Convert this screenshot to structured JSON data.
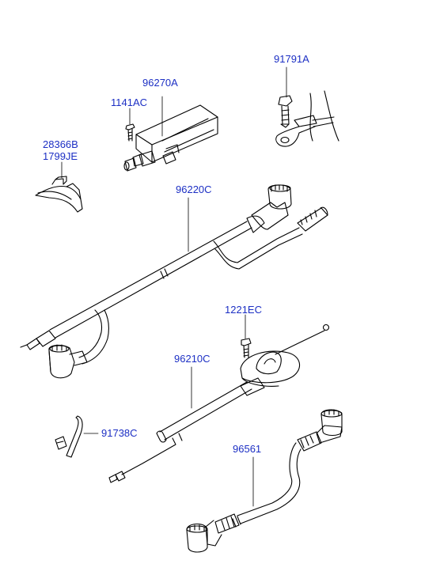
{
  "part_labels": {
    "p91791A": "91791A",
    "p96270A": "96270A",
    "p1141AC": "1141AC",
    "p28366B": "28366B",
    "p1799JE": "1799JE",
    "p96220C": "96220C",
    "p1221EC": "1221EC",
    "p96210C": "96210C",
    "p91738C": "91738C",
    "p96561": "96561"
  },
  "colors": {
    "label": "#1c2fc4",
    "line": "#000000",
    "background": "#ffffff"
  }
}
